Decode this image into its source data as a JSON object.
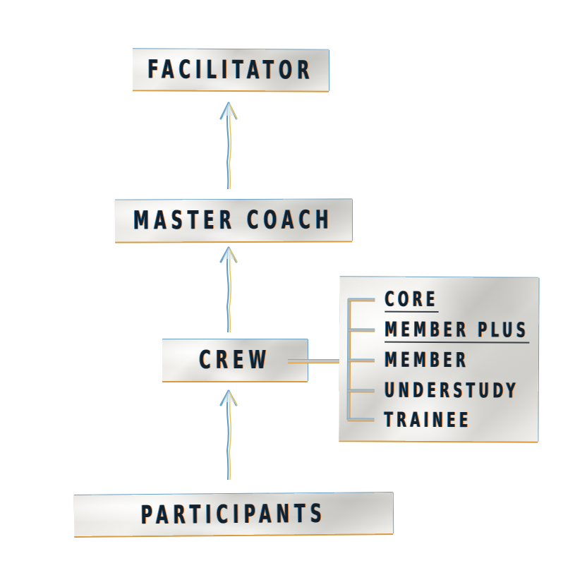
{
  "diagram": {
    "nodes": {
      "facilitator": "FACILITATOR",
      "master_coach": "MASTER COACH",
      "crew": "CREW",
      "participants": "PARTICIPANTS"
    },
    "crew_levels": [
      {
        "label": "CORE",
        "underlined": true
      },
      {
        "label": "MEMBER PLUS",
        "underlined": true
      },
      {
        "label": "MEMBER",
        "underlined": false
      },
      {
        "label": "UNDERSTUDY",
        "underlined": false
      },
      {
        "label": "TRAINEE",
        "underlined": false
      }
    ],
    "arrows": [
      {
        "from": "PARTICIPANTS",
        "to": "CREW"
      },
      {
        "from": "CREW",
        "to": "MASTER COACH"
      },
      {
        "from": "MASTER COACH",
        "to": "FACILITATOR"
      }
    ],
    "connector": {
      "from": "CREW",
      "to": "crew_levels"
    },
    "colors": {
      "text": "#14202c",
      "shadow_blue": "#3a86b6",
      "shadow_orange": "#d9762c",
      "paper": "#e8e7e3",
      "background": "#ffffff"
    }
  }
}
